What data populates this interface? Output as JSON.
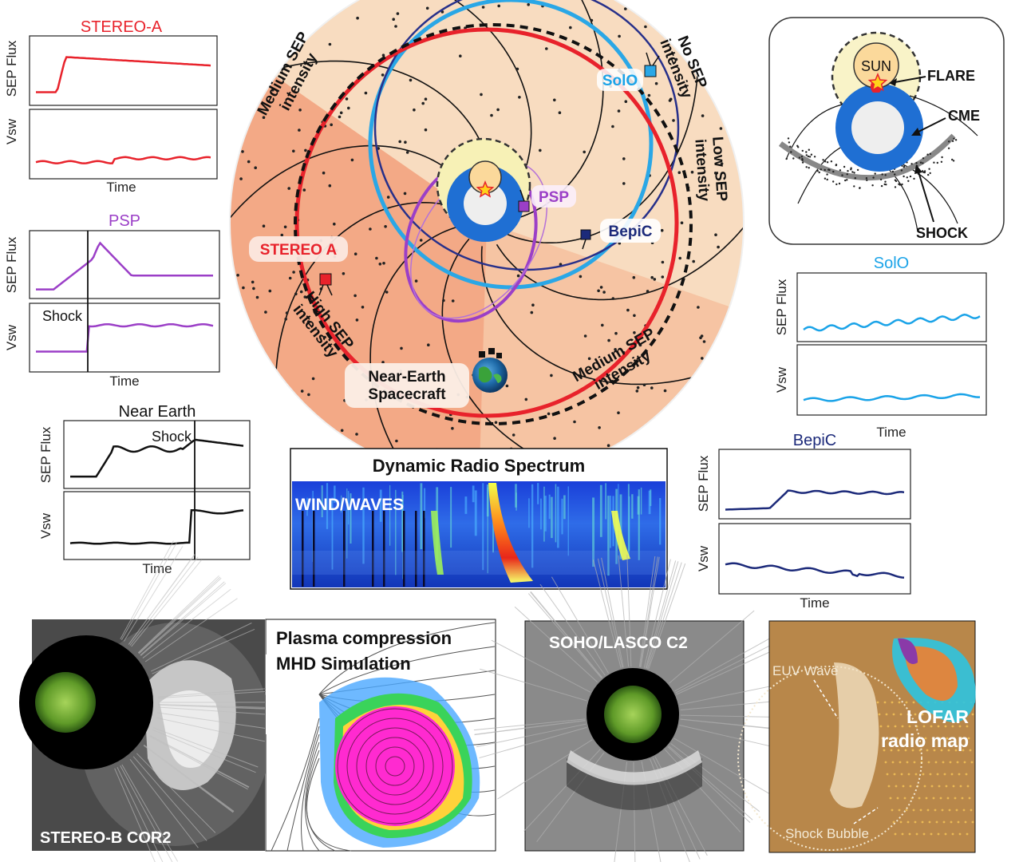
{
  "colors": {
    "stereo_a": "#e8222b",
    "psp": "#9b3fc7",
    "solo": "#1aa3e8",
    "bepic": "#1c2a7a",
    "near_earth": "#111111",
    "disk_outer": "#f8dcc0",
    "disk_inner": "#f3a986"
  },
  "panels": {
    "stereo_a": {
      "title": "STEREO-A",
      "ylabel_top": "SEP Flux",
      "ylabel_bottom": "Vsw",
      "xlabel": "Time"
    },
    "psp": {
      "title": "PSP",
      "ylabel_top": "SEP Flux",
      "ylabel_bottom": "Vsw",
      "xlabel": "Time",
      "annotation": "Shock"
    },
    "near_earth": {
      "title": "Near Earth",
      "ylabel_top": "SEP Flux",
      "ylabel_bottom": "Vsw",
      "xlabel": "Time",
      "annotation": "Shock"
    },
    "solo": {
      "title": "SolO",
      "ylabel_top": "SEP Flux",
      "ylabel_bottom": "Vsw",
      "xlabel": "Time"
    },
    "bepic": {
      "title": "BepiC",
      "ylabel_top": "SEP Flux",
      "ylabel_bottom": "Vsw",
      "xlabel": "Time"
    }
  },
  "map": {
    "labels": {
      "medium_sep_tl": [
        "Medium SEP",
        "intensity"
      ],
      "no_sep": [
        "No SEP",
        "intensity"
      ],
      "low_sep": [
        "Low SEP",
        "intensity"
      ],
      "high_sep": [
        "High SEP",
        "intensity"
      ],
      "medium_sep_br": [
        "Medium SEP",
        "intensity"
      ]
    },
    "spacecraft": {
      "solo": "SolO",
      "psp": "PSP",
      "bepic": "BepiC",
      "stereo_a": "STEREO A",
      "near_earth": [
        "Near-Earth",
        "Spacecraft"
      ]
    }
  },
  "schematic": {
    "sun": "SUN",
    "flare": "FLARE",
    "cme": "CME",
    "shock": "SHOCK"
  },
  "radio": {
    "title": "Dynamic Radio Spectrum",
    "instrument": "WIND/WAVES"
  },
  "images": {
    "stereo_b": "STEREO-B COR2",
    "mhd": [
      "Plasma compression",
      "MHD Simulation"
    ],
    "lasco": "SOHO/LASCO C2",
    "lofar": {
      "euv": "EUV Wave",
      "map": [
        "LOFAR",
        "radio map"
      ],
      "bubble": "Shock Bubble"
    }
  }
}
